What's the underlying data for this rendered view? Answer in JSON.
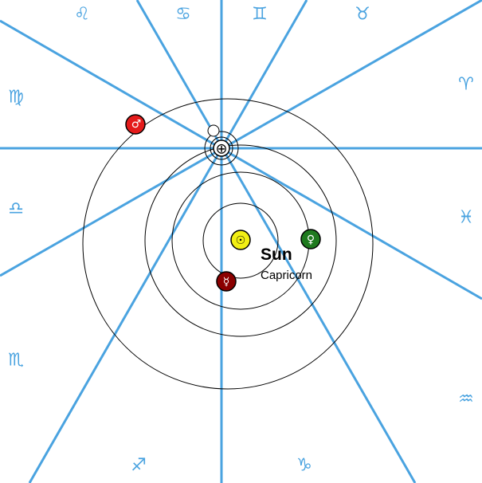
{
  "colors": {
    "lines": "#4aa3e0",
    "orbits": "#000000",
    "sun": "#f2ef14",
    "mercury": "#8b0000",
    "venus": "#1f7a1f",
    "mars": "#e41b1b",
    "moon": "#ffffff",
    "earth": "#ffffff"
  },
  "zodiac_signs": [
    {
      "name": "leo",
      "glyph": "♌"
    },
    {
      "name": "cancer",
      "glyph": "♋"
    },
    {
      "name": "gemini",
      "glyph": "♊"
    },
    {
      "name": "taurus",
      "glyph": "♉"
    },
    {
      "name": "aries",
      "glyph": "♈"
    },
    {
      "name": "pisces",
      "glyph": "♓"
    },
    {
      "name": "aquarius",
      "glyph": "♒"
    },
    {
      "name": "capricorn",
      "glyph": "♑"
    },
    {
      "name": "sagittarius",
      "glyph": "♐"
    },
    {
      "name": "scorpio",
      "glyph": "♏"
    },
    {
      "name": "libra",
      "glyph": "♎"
    },
    {
      "name": "virgo",
      "glyph": "♍"
    }
  ],
  "planets": [
    {
      "name": "sun",
      "glyph": "☉",
      "icon": "sun-icon"
    },
    {
      "name": "mercury",
      "glyph": "☿",
      "icon": "mercury-icon"
    },
    {
      "name": "venus",
      "glyph": "♀",
      "icon": "venus-icon"
    },
    {
      "name": "earth",
      "glyph": "⊕",
      "icon": "earth-icon"
    },
    {
      "name": "moon",
      "glyph": "",
      "icon": "moon-icon"
    },
    {
      "name": "mars",
      "glyph": "♂",
      "icon": "mars-icon"
    }
  ],
  "selected": {
    "name": "Sun",
    "sign": "Capricorn"
  }
}
